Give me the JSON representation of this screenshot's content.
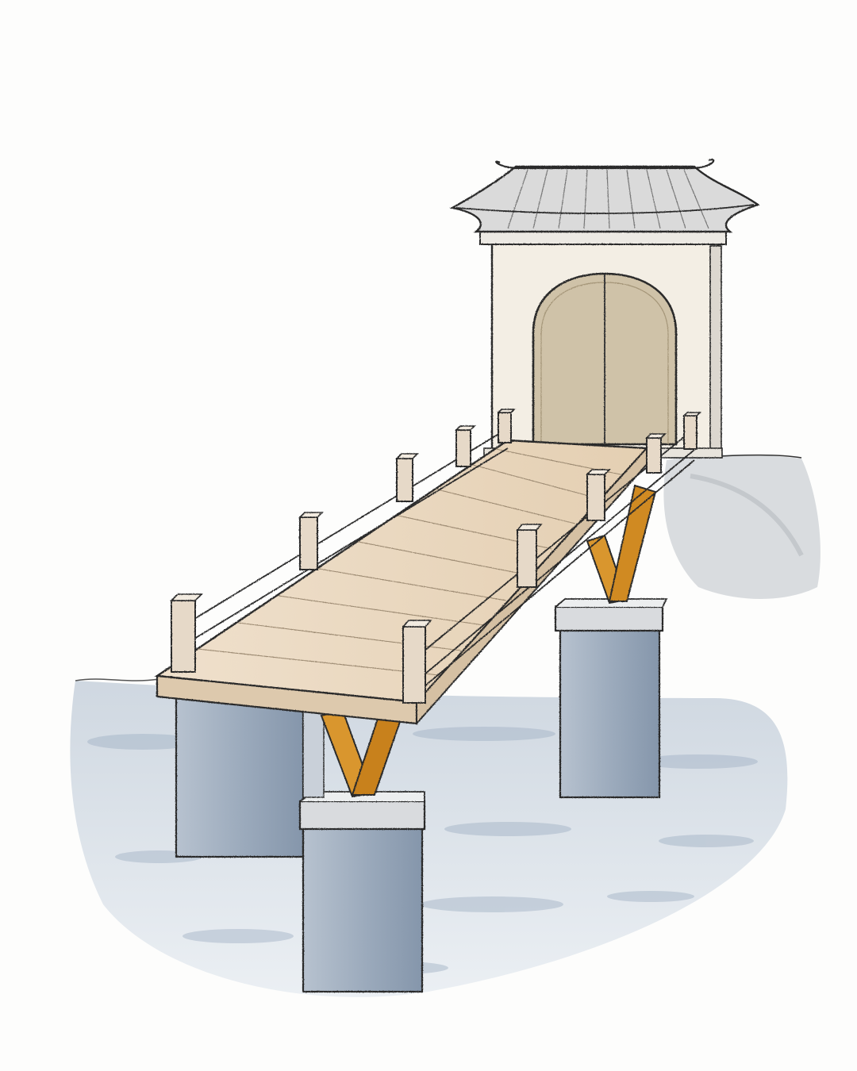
{
  "colors": {
    "paper": "#fdfdfc",
    "ink": "#2b2b2b",
    "water": "#aab8c8",
    "water_deep": "#8a9cb2",
    "deck": "#ead7bf",
    "deck_edge": "#dcc6aa",
    "railing": "#e6d9c8",
    "brace": "#d9962e",
    "brace_dark": "#b87417",
    "pier": "#9aa9bb",
    "pier_cap": "#d7d9dc",
    "wall": "#f3eee4",
    "door": "#cfc2a8",
    "roof": "#d9d9d9",
    "ground": "#c9ccd0"
  },
  "objects": {
    "gatehouse": "gatehouse-with-tiled-roof",
    "bridge": "wooden-footbridge",
    "supports": "v-shaped-braces-on-stone-piers",
    "water": "calm-water"
  }
}
